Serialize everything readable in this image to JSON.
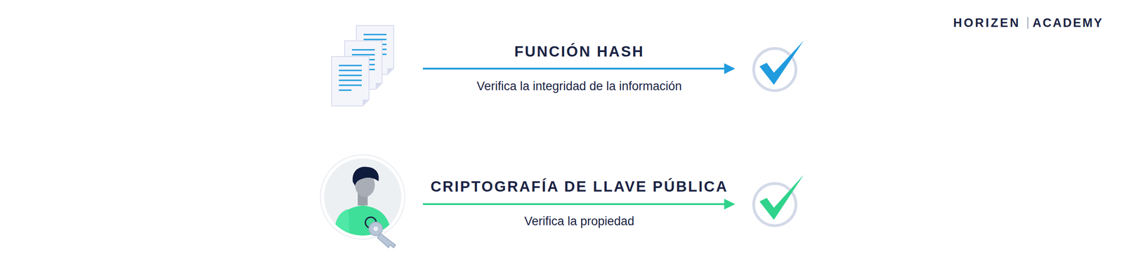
{
  "diagram": {
    "labels": [
      "HORIZEN",
      "ACADEMY",
      "FUNCIÓN HASH",
      "Verifica la integridad de la información",
      "CRIPTOGRAFÍA DE LLAVE PÚBLICA",
      "Verifica la propiedad"
    ]
  }
}
